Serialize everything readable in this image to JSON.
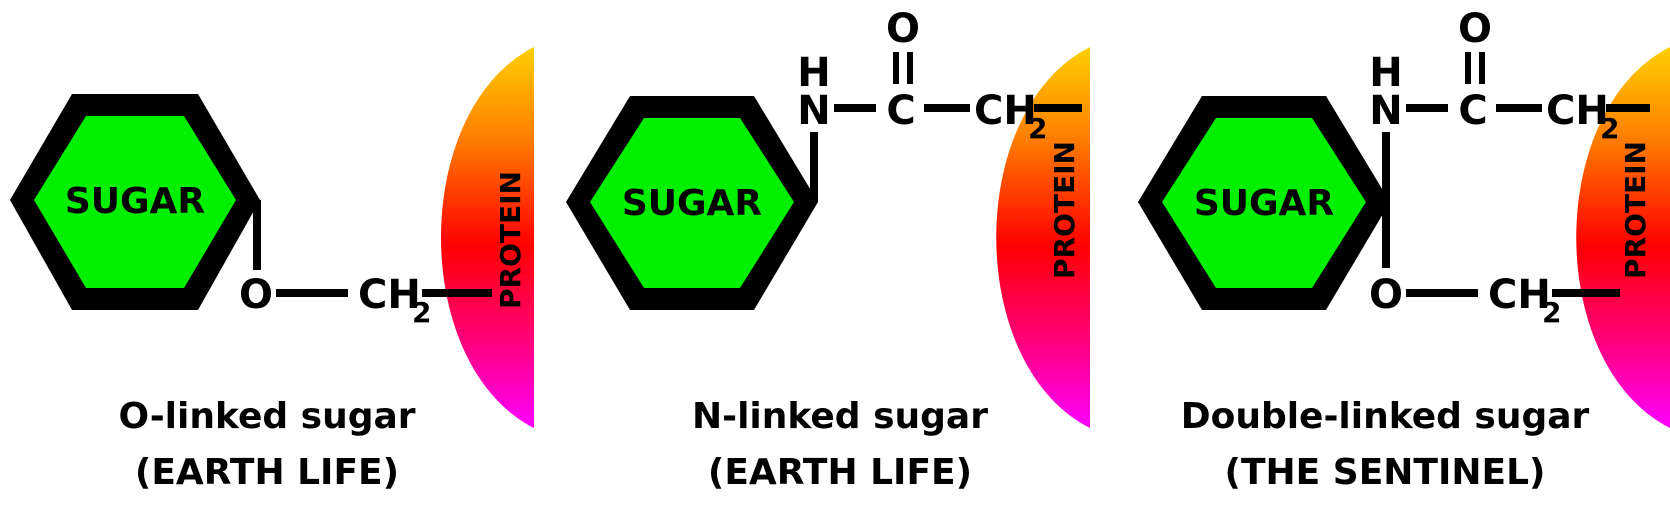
{
  "colors": {
    "sugar_fill": "#00f000",
    "protein_gradient": [
      "#ffd000",
      "#ff7a00",
      "#ff0000",
      "#ff0080",
      "#ff00ff"
    ]
  },
  "panels": [
    {
      "sugar_label": "SUGAR",
      "protein_label": "PROTEIN",
      "atoms": {
        "o": "O",
        "c": "C",
        "h2": "2"
      },
      "caption_line1": "O-linked sugar",
      "caption_line2": "(EARTH LIFE)"
    },
    {
      "sugar_label": "SUGAR",
      "protein_label": "PROTEIN",
      "atoms": {
        "h": "H",
        "n": "N",
        "c": "C",
        "o": "O",
        "ch": "CH",
        "sub2": "2"
      },
      "caption_line1": "N-linked sugar",
      "caption_line2": "(EARTH LIFE)"
    },
    {
      "sugar_label": "SUGAR",
      "protein_label": "PROTEIN",
      "atoms": {
        "h": "H",
        "n": "N",
        "c": "C",
        "o_top": "O",
        "ch_top": "CH",
        "sub2_top": "2",
        "o_bottom": "O",
        "ch_bottom": "CH",
        "sub2_bottom": "2"
      },
      "caption_line1": "Double-linked sugar",
      "caption_line2": "(THE SENTINEL)"
    }
  ]
}
